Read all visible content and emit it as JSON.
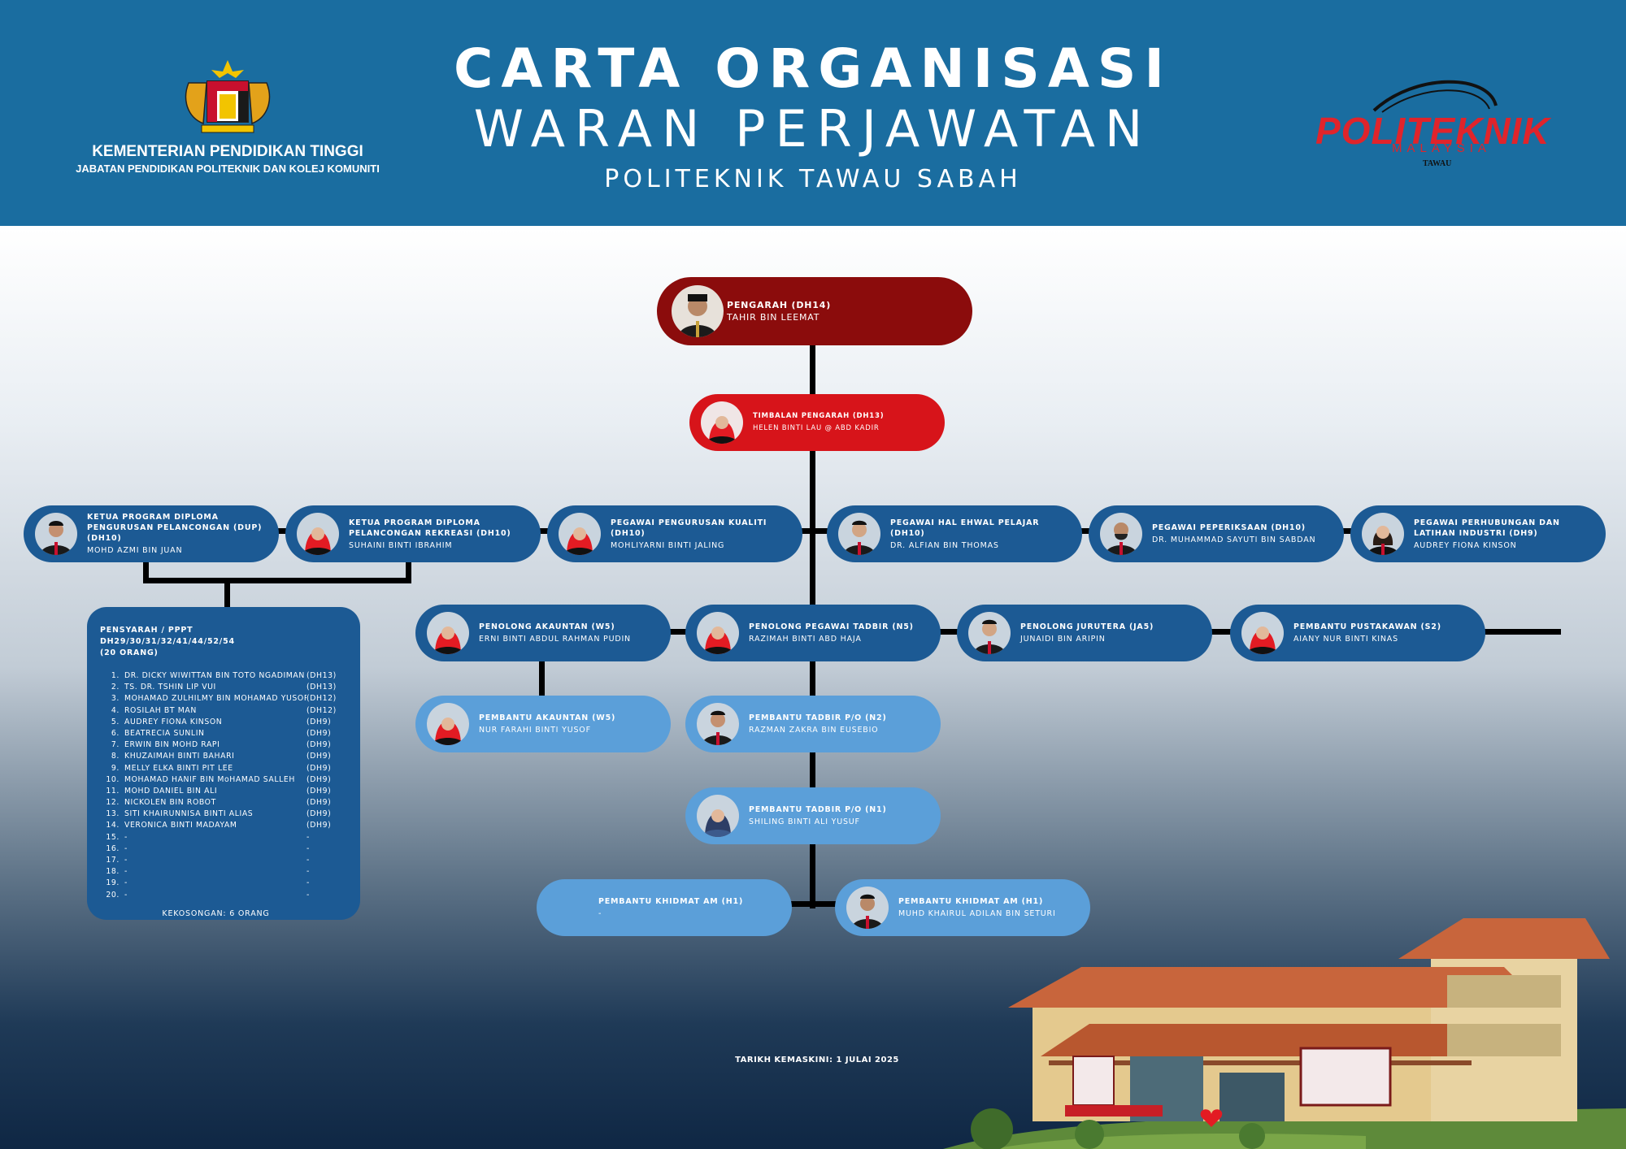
{
  "header": {
    "ministry_line1": "KEMENTERIAN PENDIDIKAN TINGGI",
    "ministry_line2": "JABATAN PENDIDIKAN POLITEKNIK DAN KOLEJ KOMUNITI",
    "title_line1": "CARTA ORGANISASI",
    "title_line2": "WARAN PERJAWATAN",
    "title_line3": "POLITEKNIK TAWAU SABAH",
    "logo_word": "POLITEKNIK",
    "logo_sub": "MALAYSIA",
    "logo_campus": "TAWAU",
    "crest_icon": "malaysia-coat-of-arms-icon"
  },
  "colors": {
    "header_bg": "#1a6da0",
    "director": "#8b0c0c",
    "deputy": "#d7141a",
    "dark_node": "#1c5a94",
    "light_node": "#5b9fd9",
    "logo_red": "#e0242b"
  },
  "nodes": {
    "pengarah": {
      "title": "PENGARAH (DH14)",
      "name": "TAHIR BIN LEEMAT"
    },
    "timbalan": {
      "title": "TIMBALAN PENGARAH (DH13)",
      "name": "HELEN BINTI LAU @ ABD KADIR"
    },
    "kp_dup": {
      "title": "KETUA PROGRAM DIPLOMA PENGURUSAN PELANCONGAN (DUP) (DH10)",
      "name": "MOHD AZMI BIN JUAN"
    },
    "kp_rekreasi": {
      "title": "KETUA PROGRAM DIPLOMA PELANCONGAN REKREASI (DH10)",
      "name": "SUHAINI BINTI IBRAHIM"
    },
    "kualiti": {
      "title": "PEGAWAI PENGURUSAN KUALITI (DH10)",
      "name": "MOHLIYARNI BINTI JALING"
    },
    "hep": {
      "title": "PEGAWAI HAL EHWAL PELAJAR (DH10)",
      "name": "DR. ALFIAN BIN THOMAS"
    },
    "peperiksaan": {
      "title": "PEGAWAI PEPERIKSAAN (DH10)",
      "name": "DR. MUHAMMAD SAYUTI BIN SABDAN"
    },
    "perhubungan": {
      "title": "PEGAWAI PERHUBUNGAN DAN LATIHAN INDUSTRI (DH9)",
      "name": "AUDREY FIONA KINSON"
    },
    "pen_akauntan": {
      "title": "PENOLONG AKAUNTAN (W5)",
      "name": "ERNI BINTI ABDUL RAHMAN PUDIN"
    },
    "pen_tadbir": {
      "title": "PENOLONG PEGAWAI TADBIR (N5)",
      "name": "RAZIMAH BINTI ABD HAJA"
    },
    "pen_jurutera": {
      "title": "PENOLONG JURUTERA (JA5)",
      "name": "JUNAIDI BIN ARIPIN"
    },
    "pustakawan": {
      "title": "PEMBANTU PUSTAKAWAN (S2)",
      "name": "AIANY NUR BINTI KINAS"
    },
    "pem_akauntan": {
      "title": "PEMBANTU AKAUNTAN (W5)",
      "name": "NUR FARAHI BINTI YUSOF"
    },
    "pem_tadbir_n2": {
      "title": "PEMBANTU TADBIR P/O (N2)",
      "name": "RAZMAN ZAKRA BIN EUSEBIO"
    },
    "pem_tadbir_n1": {
      "title": "PEMBANTU TADBIR P/O (N1)",
      "name": "SHILING BINTI ALI YUSUF"
    },
    "khidmat_a": {
      "title": "PEMBANTU KHIDMAT AM (H1)",
      "name": "-"
    },
    "khidmat_b": {
      "title": "PEMBANTU KHIDMAT AM (H1)",
      "name": "MUHD KHAIRUL ADILAN BIN SETURI"
    }
  },
  "lecturers": {
    "title_line1": "PENSYARAH / PPPT",
    "title_line2": "DH29/30/31/32/41/44/52/54",
    "title_line3": "(20 ORANG)",
    "list": [
      {
        "idx": "1.",
        "name": "DR. DICKY WIWITTAN BIN TOTO NGADIMAN",
        "grade": "(DH13)"
      },
      {
        "idx": "2.",
        "name": "TS. DR. TSHIN LIP VUI",
        "grade": "(DH13)"
      },
      {
        "idx": "3.",
        "name": "MOHAMAD ZULHILMY BIN MOHAMAD YUSOP",
        "grade": "(DH12)"
      },
      {
        "idx": "4.",
        "name": "ROSILAH BT MAN",
        "grade": "(DH12)"
      },
      {
        "idx": "5.",
        "name": "AUDREY FIONA KINSON",
        "grade": "(DH9)"
      },
      {
        "idx": "6.",
        "name": "BEATRECIA SUNLIN",
        "grade": "(DH9)"
      },
      {
        "idx": "7.",
        "name": "ERWIN BIN MOHD RAPI",
        "grade": "(DH9)"
      },
      {
        "idx": "8.",
        "name": "KHUZAIMAH BINTI BAHARI",
        "grade": "(DH9)"
      },
      {
        "idx": "9.",
        "name": "MELLY ELKA BINTI PIT LEE",
        "grade": "(DH9)"
      },
      {
        "idx": "10.",
        "name": "MOHAMAD HANIF BIN MoHAMAD SALLEH",
        "grade": "(DH9)"
      },
      {
        "idx": "11.",
        "name": "MOHD DANIEL BIN ALI",
        "grade": "(DH9)"
      },
      {
        "idx": "12.",
        "name": "NICKOLEN BIN ROBOT",
        "grade": "(DH9)"
      },
      {
        "idx": "13.",
        "name": "SITI KHAIRUNNISA BINTI ALIAS",
        "grade": "(DH9)"
      },
      {
        "idx": "14.",
        "name": "VERONICA BINTI MADAYAM",
        "grade": "(DH9)"
      },
      {
        "idx": "15.",
        "name": "-",
        "grade": "-"
      },
      {
        "idx": "16.",
        "name": "-",
        "grade": "-"
      },
      {
        "idx": "17.",
        "name": "-",
        "grade": "-"
      },
      {
        "idx": "18.",
        "name": "-",
        "grade": "-"
      },
      {
        "idx": "19.",
        "name": "-",
        "grade": "-"
      },
      {
        "idx": "20.",
        "name": "-",
        "grade": "-"
      }
    ],
    "vacancy": "KEKOSONGAN: 6 ORANG"
  },
  "footer": {
    "updated": "TARIKH KEMASKINI: 1 JULAI 2025"
  }
}
